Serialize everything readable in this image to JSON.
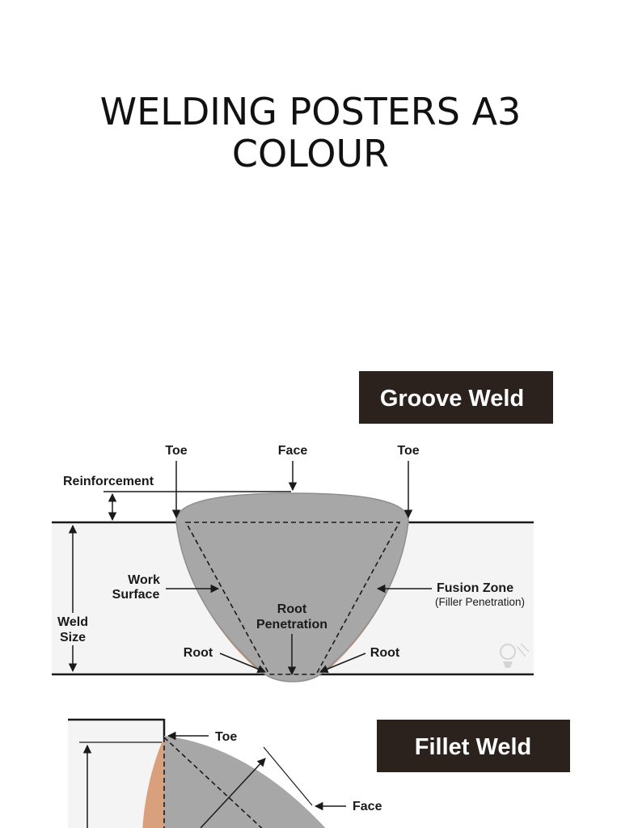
{
  "page": {
    "title_line1": "WELDING POSTERS A3",
    "title_line2": "COLOUR"
  },
  "groove_weld": {
    "banner": "Groove Weld",
    "labels": {
      "toe_left": "Toe",
      "face": "Face",
      "toe_right": "Toe",
      "reinforcement": "Reinforcement",
      "work_surface_1": "Work",
      "work_surface_2": "Surface",
      "weld_size_1": "Weld",
      "weld_size_2": "Size",
      "root_penetration_1": "Root",
      "root_penetration_2": "Penetration",
      "fusion_zone": "Fusion Zone",
      "filler_penetration": "(Filler Penetration)",
      "root_left": "Root",
      "root_right": "Root"
    }
  },
  "fillet_weld": {
    "banner": "Fillet Weld",
    "labels": {
      "toe": "Toe",
      "face": "Face"
    }
  },
  "colors": {
    "banner_bg": "#2b221d",
    "weld_metal": "#a7a7a7",
    "fusion_zone": "#d9a07e",
    "plate_bg": "#f4f4f4",
    "line": "#1a1a1a"
  }
}
